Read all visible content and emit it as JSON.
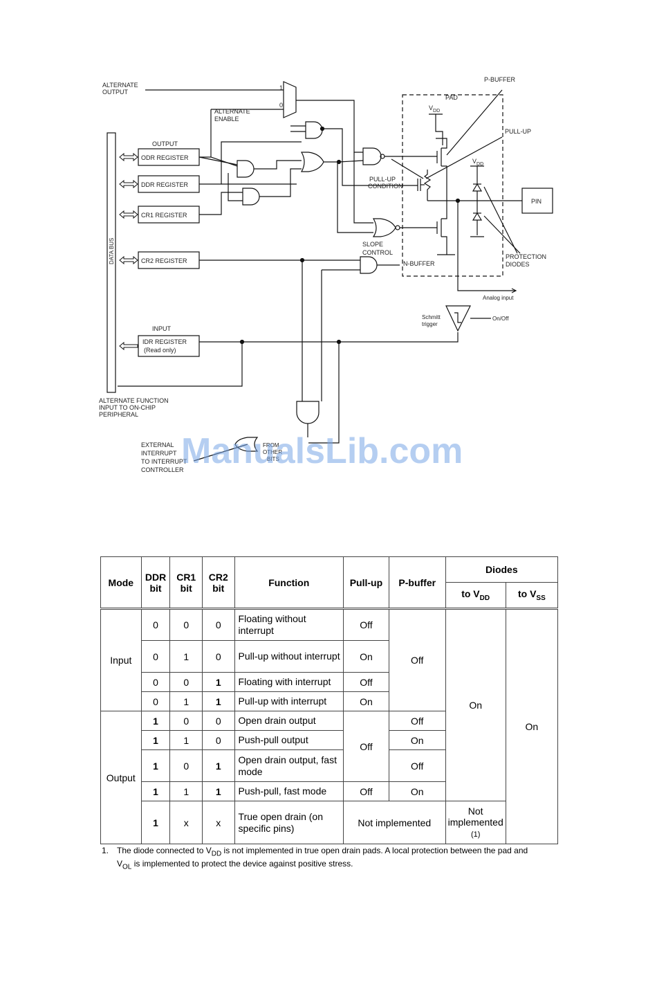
{
  "diagram": {
    "alternate_output": [
      "ALTERNATE",
      "OUTPUT"
    ],
    "alternate_enable": [
      "ALTERNATE",
      "ENABLE"
    ],
    "mux_one": "1",
    "mux_zero": "0",
    "output_label": "OUTPUT",
    "odr_register": "ODR REGISTER",
    "ddr_register": "DDR REGISTER",
    "cr1_register": "CR1 REGISTER",
    "cr2_register": "CR2 REGISTER",
    "input_label": "INPUT",
    "idr_register": "IDR REGISTER",
    "idr_note": "(Read only)",
    "data_bus": "DATA BUS",
    "alt_function_input": [
      "ALTERNATE FUNCTION",
      "INPUT TO ON-CHIP",
      "PERIPHERAL"
    ],
    "external_interrupt": [
      "EXTERNAL",
      "INTERRUPT",
      "TO INTERRUPT",
      "CONTROLLER"
    ],
    "p_buffer": "P-BUFFER",
    "pad": "PAD",
    "vdd": "V",
    "vdd_sub": "DD",
    "pull_up": "PULL-UP",
    "pull_up_condition": [
      "PULL-UP",
      "CONDITION"
    ],
    "pin": "PIN",
    "slope_control": [
      "SLOPE",
      "CONTROL"
    ],
    "n_buffer": "N-BUFFER",
    "protection_diodes": [
      "PROTECTION",
      "DIODES"
    ],
    "analog_input": "Analog input",
    "schmitt_trigger": [
      "Schmitt",
      "trigger"
    ],
    "on_off": "On/Off",
    "from_other_bits": [
      "FROM",
      "OTHER",
      "BITS"
    ]
  },
  "watermark": "ManualsLib.com",
  "table": {
    "headers": {
      "mode": "Mode",
      "ddr": [
        "DDR",
        "bit"
      ],
      "cr1": [
        "CR1",
        "bit"
      ],
      "cr2": [
        "CR2",
        "bit"
      ],
      "function": "Function",
      "pullup": "Pull-up",
      "pbuffer": "P-buffer",
      "diodes": "Diodes",
      "to_vdd": "to V",
      "to_vdd_sub": "DD",
      "to_vss": "to V",
      "to_vss_sub": "SS"
    },
    "modes": {
      "input": "Input",
      "output": "Output"
    },
    "rows": [
      {
        "ddr": "0",
        "cr1": "0",
        "cr2": "0",
        "function": "Floating without interrupt",
        "pullup": "Off"
      },
      {
        "ddr": "0",
        "cr1": "1",
        "cr2": "0",
        "function": "Pull-up without interrupt",
        "pullup": "On"
      },
      {
        "ddr": "0",
        "cr1": "0",
        "cr2": "1",
        "function": "Floating with interrupt",
        "pullup": "Off"
      },
      {
        "ddr": "0",
        "cr1": "1",
        "cr2": "1",
        "function": "Pull-up with interrupt",
        "pullup": "On"
      },
      {
        "ddr": "1",
        "cr1": "0",
        "cr2": "0",
        "function": "Open drain output",
        "pbuffer": "Off"
      },
      {
        "ddr": "1",
        "cr1": "1",
        "cr2": "0",
        "function": "Push-pull output",
        "pbuffer": "On"
      },
      {
        "ddr": "1",
        "cr1": "0",
        "cr2": "1",
        "function": "Open drain output, fast mode",
        "pbuffer": "Off"
      },
      {
        "ddr": "1",
        "cr1": "1",
        "cr2": "1",
        "function": "Push-pull, fast mode",
        "pullup": "Off",
        "pbuffer": "On"
      },
      {
        "ddr": "1",
        "cr1": "x",
        "cr2": "x",
        "function": "True open drain (on specific pins)",
        "pull_pbuf": "Not implemented",
        "diode_vdd": "Not implemented",
        "diode_vdd_note": "(1)"
      }
    ],
    "input_pbuffer": "Off",
    "output_pullup": "Off",
    "diode_vdd_on": "On",
    "diode_vss_on": "On"
  },
  "footnote": {
    "number": "1.",
    "text_a": "The diode connected to V",
    "sub_a": "DD",
    "text_b": " is not implemented in true open drain pads. A local protection between the pad and V",
    "sub_b": "OL",
    "text_c": " is implemented to protect the device against positive stress."
  }
}
